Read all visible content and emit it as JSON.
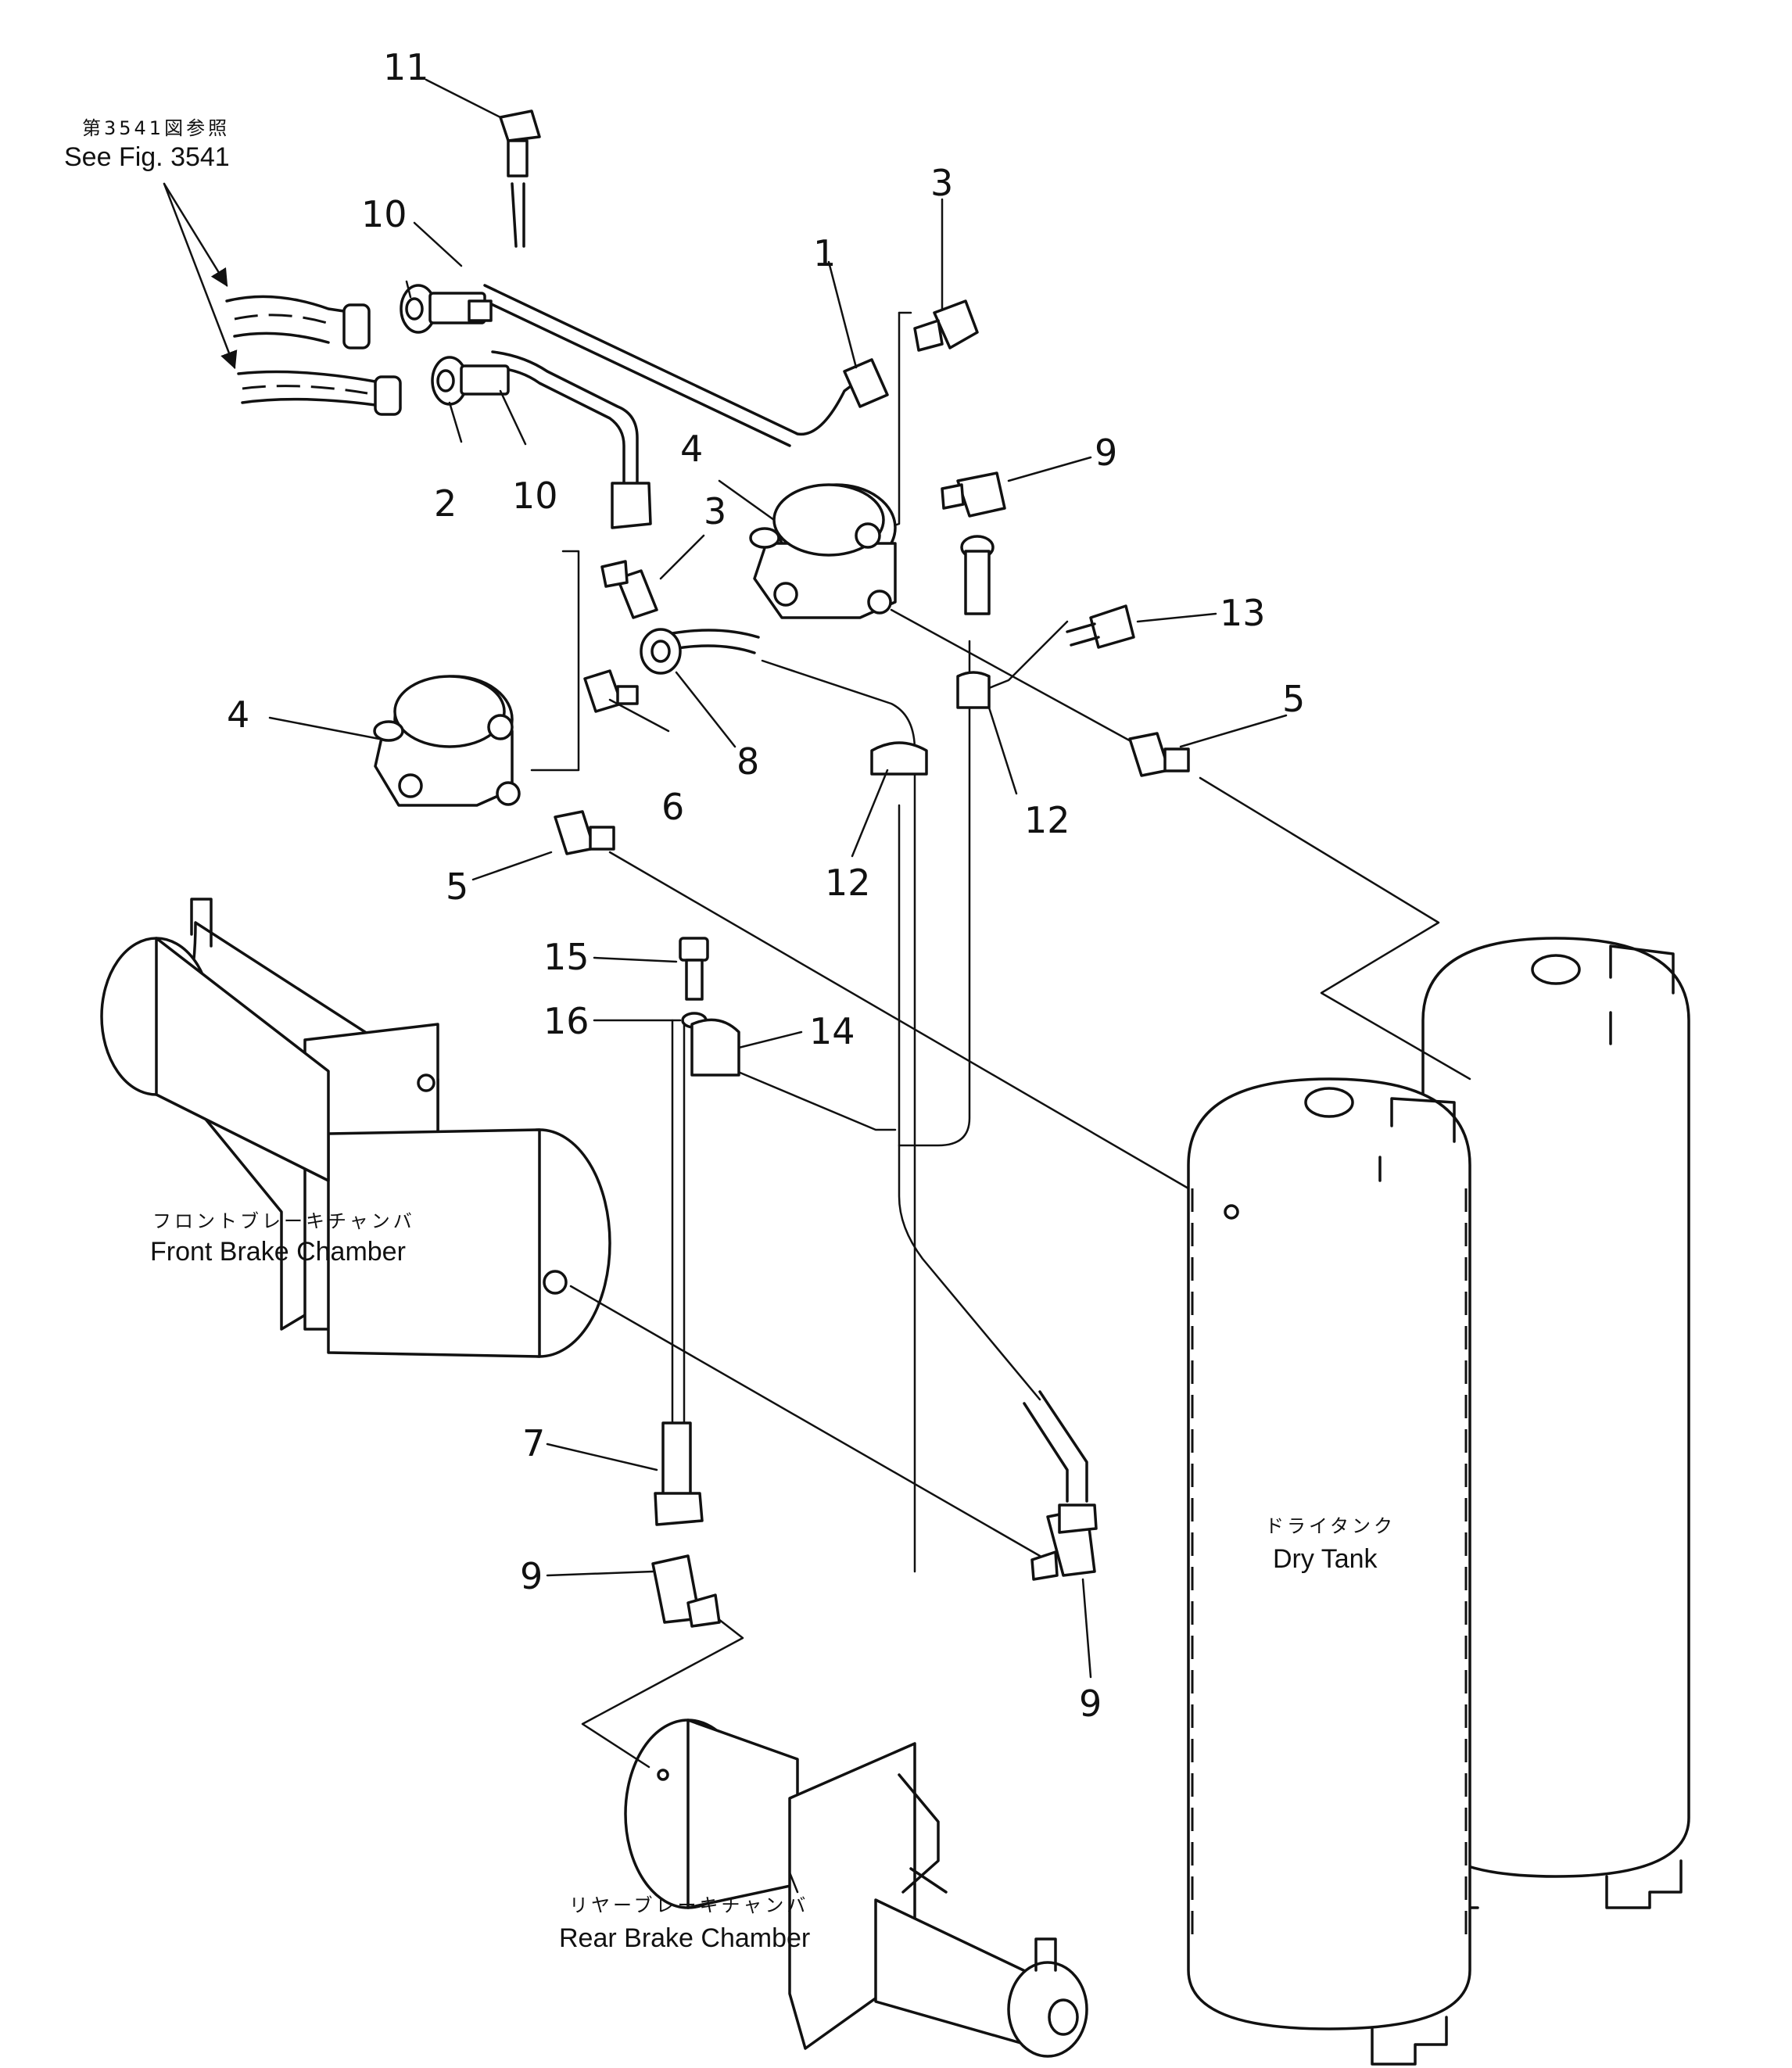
{
  "reference": {
    "jp": "第3541図参照",
    "en": "See Fig. 3541"
  },
  "components": {
    "front_brake_chamber": {
      "jp": "フロントブレーキチャンバ",
      "en": "Front Brake Chamber"
    },
    "rear_brake_chamber": {
      "jp": "リヤーブレーキチャンバ",
      "en": "Rear Brake Chamber"
    },
    "dry_tank": {
      "jp": "ドライタンク",
      "en": "Dry Tank"
    }
  },
  "callouts": {
    "c1": "1",
    "c2": "2",
    "c3a": "3",
    "c3b": "3",
    "c4a": "4",
    "c4b": "4",
    "c5a": "5",
    "c5b": "5",
    "c6": "6",
    "c7": "7",
    "c8": "8",
    "c9a": "9",
    "c9b": "9",
    "c9c": "9",
    "c10a": "10",
    "c10b": "10",
    "c11": "11",
    "c12a": "12",
    "c12b": "12",
    "c13": "13",
    "c14": "14",
    "c15": "15",
    "c16": "16"
  }
}
